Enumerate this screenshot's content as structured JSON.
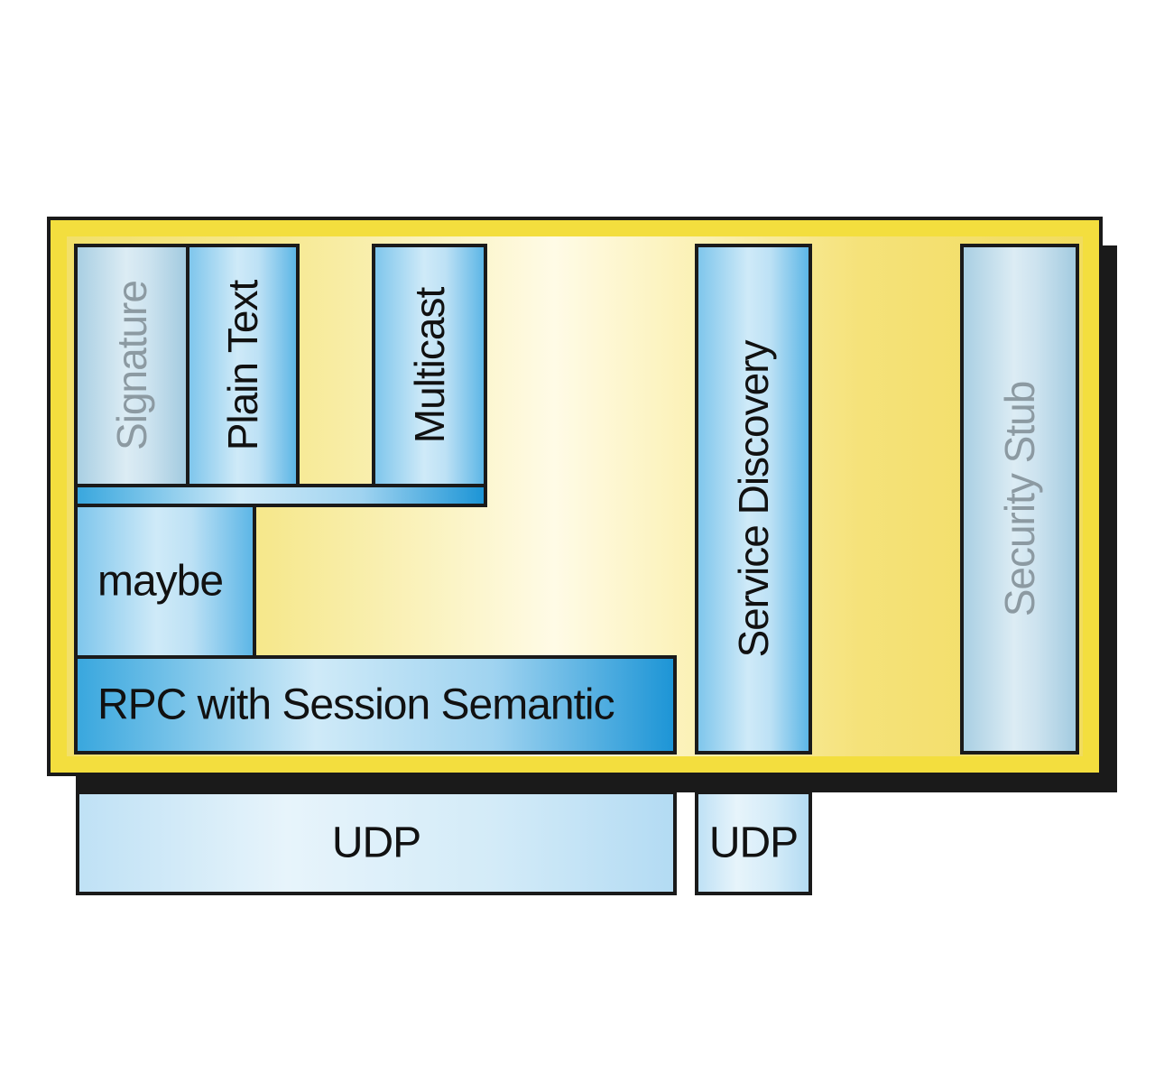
{
  "diagram": {
    "blocks": {
      "signature": "Signature",
      "plain_text": "Plain Text",
      "multicast": "Multicast",
      "maybe": "maybe",
      "rpc": "RPC with Session Semantic",
      "service_discovery": "Service Discovery",
      "security_stub": "Security Stub",
      "udp_left": "UDP",
      "udp_right": "UDP"
    },
    "colors": {
      "frame_yellow": "#f3de3e",
      "block_blue": "#5db6e6",
      "block_pale": "#a9cfe3",
      "udp_blue": "#bfe1f5",
      "outline": "#1a1a1a"
    }
  }
}
